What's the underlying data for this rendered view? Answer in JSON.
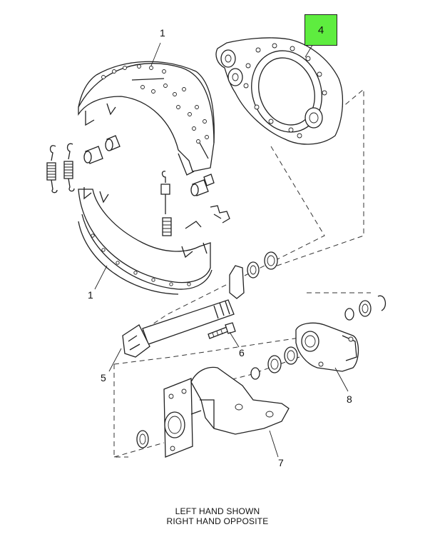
{
  "diagram": {
    "callouts": {
      "c1_top": "1",
      "c1_bottom": "1",
      "c4": "4",
      "c5": "5",
      "c6": "6",
      "c7": "7",
      "c8": "8"
    },
    "highlight_color": "#5eed3f",
    "caption_line1": "LEFT HAND SHOWN",
    "caption_line2": "RIGHT HAND OPPOSITE"
  }
}
